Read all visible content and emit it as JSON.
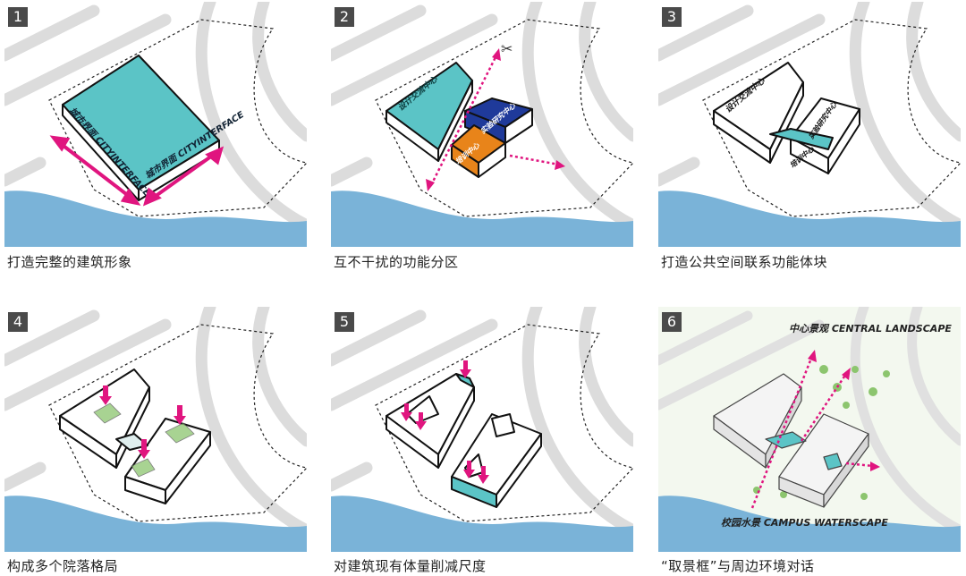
{
  "panels": [
    {
      "number": "1",
      "caption": "打造完整的建筑形象",
      "labels": {
        "face_a": "城市界面 CITYINTERFACE",
        "face_b": "城市界面 CITYINTERFACE"
      }
    },
    {
      "number": "2",
      "caption": "互不干扰的功能分区",
      "labels": {
        "block_a": "设计交流中心",
        "block_b": "实验研究中心",
        "block_c": "培训中心"
      }
    },
    {
      "number": "3",
      "caption": "打造公共空间联系功能体块",
      "labels": {
        "block_a": "设计交流中心",
        "block_b": "实验研究中心",
        "block_c": "培训中心"
      }
    },
    {
      "number": "4",
      "caption": "构成多个院落格局"
    },
    {
      "number": "5",
      "caption": "对建筑现有体量削减尺度"
    },
    {
      "number": "6",
      "caption": "“取景框”与周边环境对话",
      "labels": {
        "top": "中心景观 CENTRAL LANDSCAPE",
        "bottom": "校园水景 CAMPUS WATERSCAPE"
      }
    }
  ],
  "colors": {
    "accent": "#e0157f",
    "teal": "#5bc4c6",
    "orange": "#e8841a",
    "navy": "#1f3a9a",
    "water": "#7ab3d8",
    "road": "#d9d9d9",
    "green": "#8cc56e"
  }
}
